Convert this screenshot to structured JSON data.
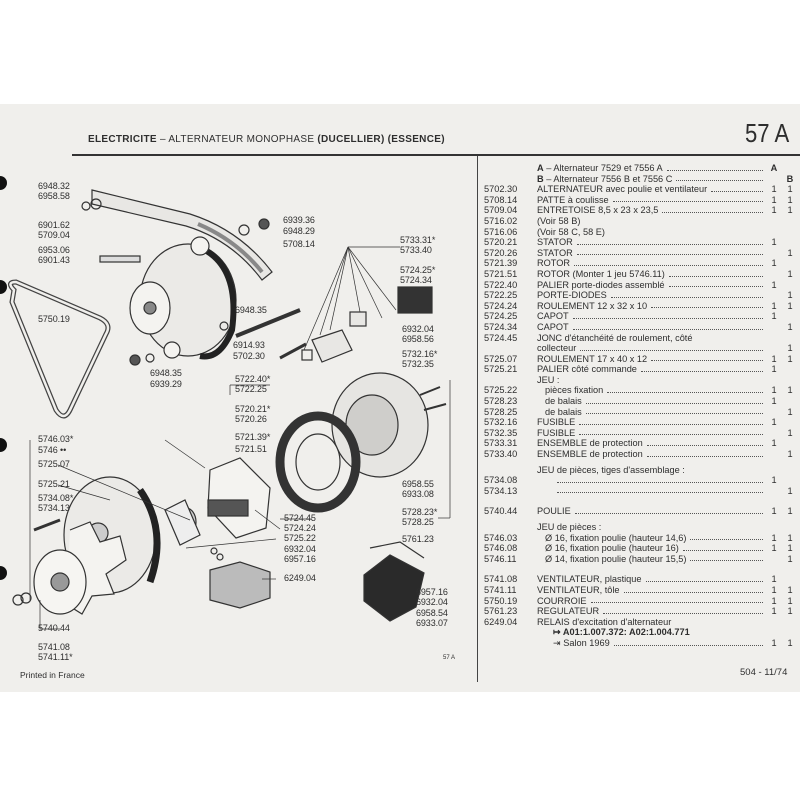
{
  "header": {
    "section": "ELECTRICITE",
    "title": "– ALTERNATEUR MONOPHASE",
    "maker": "(DUCELLIER)",
    "fuel": "(ESSENCE)",
    "page_code": "57 A"
  },
  "variants": [
    {
      "key": "A",
      "text": "– Alternateur 7529 et 7556 A",
      "col": "A"
    },
    {
      "key": "B",
      "text": "– Alternateur 7556 B et 7556 C",
      "col": "B"
    }
  ],
  "parts": [
    {
      "code": "5702.30",
      "desc": "ALTERNATEUR avec poulie et ventilateur",
      "a": "1",
      "b": "1"
    },
    {
      "code": "5708.14",
      "desc": "PATTE à coulisse",
      "a": "1",
      "b": "1"
    },
    {
      "code": "5709.04",
      "desc": "ENTRETOISE 8,5 x 23 x 23,5",
      "a": "1",
      "b": "1"
    },
    {
      "code": "5716.02",
      "desc": "(Voir 58 B)",
      "a": "",
      "b": "",
      "nodots": true
    },
    {
      "code": "5716.06",
      "desc": "(Voir 58 C, 58 E)",
      "a": "",
      "b": "",
      "nodots": true
    },
    {
      "code": "5720.21",
      "desc": "STATOR",
      "a": "1",
      "b": ""
    },
    {
      "code": "5720.26",
      "desc": "STATOR",
      "a": "",
      "b": "1"
    },
    {
      "code": "5721.39",
      "desc": "ROTOR",
      "a": "1",
      "b": ""
    },
    {
      "code": "5721.51",
      "desc": "ROTOR (Monter 1 jeu 5746.11)",
      "a": "",
      "b": "1"
    },
    {
      "code": "5722.40",
      "desc": "PALIER porte-diodes assemblé",
      "a": "1",
      "b": ""
    },
    {
      "code": "5722.25",
      "desc": "PORTE-DIODES",
      "a": "",
      "b": "1"
    },
    {
      "code": "5724.24",
      "desc": "ROULEMENT 12 x 32 x 10",
      "a": "1",
      "b": "1"
    },
    {
      "code": "5724.25",
      "desc": "CAPOT",
      "a": "1",
      "b": ""
    },
    {
      "code": "5724.34",
      "desc": "CAPOT",
      "a": "",
      "b": "1"
    },
    {
      "code": "5724.45",
      "desc": "JONC d'étanchéité de roulement, côté",
      "a": "",
      "b": "",
      "nodots": true
    },
    {
      "code": "",
      "desc": "collecteur",
      "a": "",
      "b": "1"
    },
    {
      "code": "5725.07",
      "desc": "ROULEMENT  17 x 40 x 12",
      "a": "1",
      "b": "1"
    },
    {
      "code": "5725.21",
      "desc": "PALIER côté commande",
      "a": "1",
      "b": ""
    },
    {
      "code": "",
      "desc": "JEU :",
      "a": "",
      "b": "",
      "nodots": true
    },
    {
      "code": "5725.22",
      "desc": "pièces fixation",
      "a": "1",
      "b": "1",
      "indent": 1
    },
    {
      "code": "5728.23",
      "desc": "de balais",
      "a": "1",
      "b": "",
      "indent": 1
    },
    {
      "code": "5728.25",
      "desc": "de balais",
      "a": "",
      "b": "1",
      "indent": 1
    },
    {
      "code": "5732.16",
      "desc": "FUSIBLE",
      "a": "1",
      "b": ""
    },
    {
      "code": "5732.35",
      "desc": "FUSIBLE",
      "a": "",
      "b": "1"
    },
    {
      "code": "5733.31",
      "desc": "ENSEMBLE de protection",
      "a": "1",
      "b": ""
    },
    {
      "code": "5733.40",
      "desc": "ENSEMBLE de protection",
      "a": "",
      "b": "1"
    },
    {
      "code": "",
      "desc": "JEU de pièces, tiges d'assemblage :",
      "a": "",
      "b": "",
      "nodots": true,
      "gap": "half"
    },
    {
      "code": "5734.08",
      "desc": "",
      "a": "1",
      "b": "",
      "indent": 2
    },
    {
      "code": "5734.13",
      "desc": "",
      "a": "",
      "b": "1",
      "indent": 2
    },
    {
      "code": "5740.44",
      "desc": "POULIE",
      "a": "1",
      "b": "1",
      "gap": "full"
    },
    {
      "code": "",
      "desc": "JEU de pièces :",
      "a": "",
      "b": "",
      "nodots": true,
      "gap": "half"
    },
    {
      "code": "5746.03",
      "desc": "Ø 16, fixation poulie (hauteur 14,6)",
      "a": "1",
      "b": "1",
      "indent": 1
    },
    {
      "code": "5746.08",
      "desc": "Ø 16, fixation poulie (hauteur 16)",
      "a": "1",
      "b": "1",
      "indent": 1
    },
    {
      "code": "5746.11",
      "desc": "Ø 14, fixation poulie (hauteur 15,5)",
      "a": "",
      "b": "1",
      "indent": 1
    },
    {
      "code": "5741.08",
      "desc": "VENTILATEUR, plastique",
      "a": "1",
      "b": "",
      "gap": "full"
    },
    {
      "code": "5741.11",
      "desc": "VENTILATEUR, tôle",
      "a": "1",
      "b": "1"
    },
    {
      "code": "5750.19",
      "desc": "COURROIE",
      "a": "1",
      "b": "1"
    },
    {
      "code": "5761.23",
      "desc": "REGULATEUR",
      "a": "1",
      "b": "1"
    },
    {
      "code": "6249.04",
      "desc": "RELAIS d'excitation d'alternateur",
      "a": "",
      "b": "",
      "nodots": true
    },
    {
      "code": "",
      "desc": "↦ A01:1.007.372: A02:1.004.771",
      "a": "",
      "b": "",
      "nodots": true,
      "indent": 2,
      "bold": true
    },
    {
      "code": "",
      "desc": "⇥ Salon 1969",
      "a": "1",
      "b": "1",
      "indent": 2
    }
  ],
  "callouts": [
    "6948.32",
    "6958.58",
    "6901.62",
    "5709.04",
    "6953.06",
    "6901.43",
    "5750.19",
    "6939.36",
    "6948.29",
    "5708.14",
    "6948.35",
    "6914.93",
    "5702.30",
    "6948.35",
    "6939.29",
    "5722.40*",
    "5722.25",
    "5733.31*",
    "5733.40",
    "5724.25*",
    "5724.34",
    "6932.04",
    "6958.56",
    "5732.16*",
    "5732.35",
    "5720.21*",
    "5720.26",
    "5721.39*",
    "5721.51",
    "5746.03*",
    "5746 ••",
    "5725.07",
    "5725.21",
    "5734.08*",
    "5734.13",
    "5724.45",
    "5724.24",
    "5725.22",
    "6932.04",
    "6957.16",
    "6249.04",
    "5740.44",
    "5741.08",
    "5741.11*",
    "6958.55",
    "6933.08",
    "5728.23*",
    "5728.25",
    "5761.23",
    "6957.16",
    "6932.04",
    "6958.54",
    "6933.07"
  ],
  "footer": {
    "printed": "Printed in France",
    "figure_ref": "57 A",
    "page_number": "504 - 11/74"
  }
}
